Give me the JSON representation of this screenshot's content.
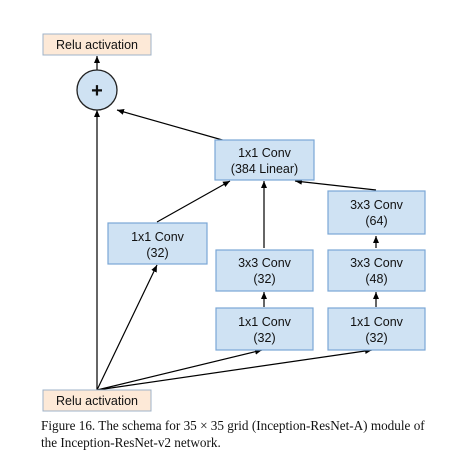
{
  "nodes": {
    "relu_top": {
      "text": [
        "Relu activation"
      ]
    },
    "plus": {
      "text": [
        "+"
      ]
    },
    "conv_linear": {
      "text": [
        "1x1 Conv",
        "(384 Linear)"
      ]
    },
    "b1_conv": {
      "text": [
        "1x1 Conv",
        "(32)"
      ]
    },
    "b2_conv3": {
      "text": [
        "3x3 Conv",
        "(32)"
      ]
    },
    "b2_conv1": {
      "text": [
        "1x1 Conv",
        "(32)"
      ]
    },
    "b3_conv3b": {
      "text": [
        "3x3 Conv",
        "(64)"
      ]
    },
    "b3_conv3a": {
      "text": [
        "3x3 Conv",
        "(48)"
      ]
    },
    "b3_conv1": {
      "text": [
        "1x1 Conv",
        "(32)"
      ]
    },
    "relu_bottom": {
      "text": [
        "Relu activation"
      ]
    }
  },
  "caption": "Figure 16. The schema for 35 × 35 grid (Inception-ResNet-A) module of the Inception-ResNet-v2 network."
}
